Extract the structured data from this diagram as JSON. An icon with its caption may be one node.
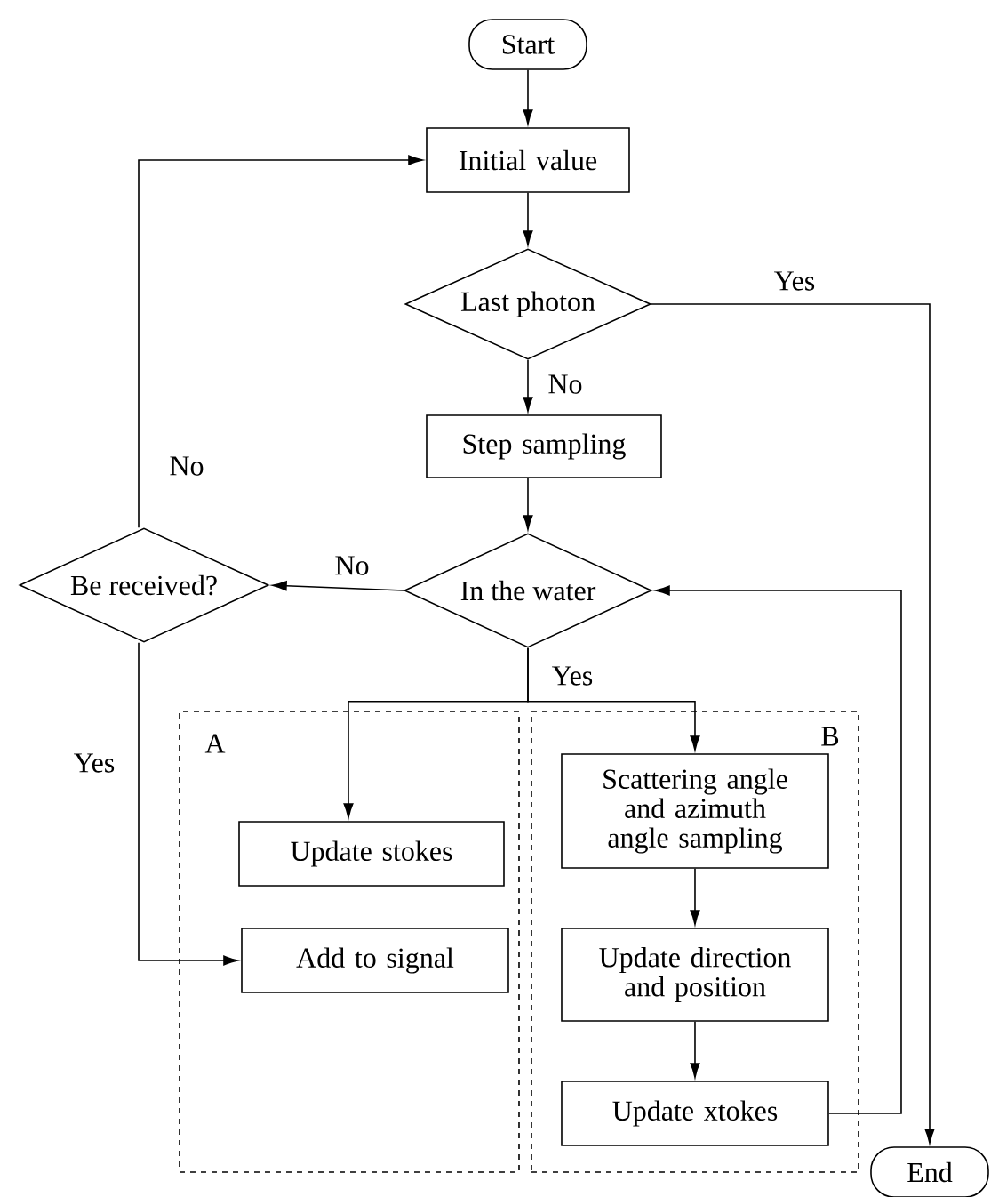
{
  "diagram": {
    "nodes": [
      {
        "text": [
          "Start"
        ]
      },
      {
        "text": [
          "Initial value"
        ]
      },
      {
        "text": [
          "Last photon"
        ]
      },
      {
        "text": [
          "Step sampling"
        ]
      },
      {
        "text": [
          "In the water"
        ]
      },
      {
        "text": [
          "Be received?"
        ]
      },
      {
        "text": [
          "A"
        ]
      },
      {
        "text": [
          "Update stokes"
        ],
        "in": 6
      },
      {
        "text": [
          "Add to signal"
        ],
        "in": 6
      },
      {
        "text": [
          "B"
        ]
      },
      {
        "text": [
          "Scattering angle and azimuth angle sampling"
        ],
        "in": 9
      },
      {
        "text": [
          "Update direction and position"
        ],
        "in": 9
      },
      {
        "text": [
          "Update xtokes"
        ],
        "in": 9
      },
      {
        "text": [
          "End"
        ]
      }
    ],
    "edges": [
      {
        "from": 0,
        "to": 1,
        "arrow": "to"
      },
      {
        "from": 1,
        "to": 2,
        "arrow": "to"
      },
      {
        "from": 2,
        "to": 3,
        "arrow": "to",
        "label": "No"
      },
      {
        "from": 2,
        "to": 13,
        "arrow": "to",
        "label": "Yes"
      },
      {
        "from": 3,
        "to": 4,
        "arrow": "to"
      },
      {
        "from": 4,
        "to": 5,
        "arrow": "to",
        "label": "No"
      },
      {
        "from": 5,
        "to": 1,
        "arrow": "to",
        "label": "No"
      },
      {
        "from": 4,
        "to": 7,
        "arrow": "to",
        "label": "Yes"
      },
      {
        "from": 4,
        "to": 10,
        "arrow": "to"
      },
      {
        "from": 5,
        "to": 8,
        "arrow": "to",
        "label": "Yes"
      },
      {
        "from": 10,
        "to": 11,
        "arrow": "to"
      },
      {
        "from": 11,
        "to": 12,
        "arrow": "to"
      },
      {
        "from": 12,
        "to": 4,
        "arrow": "to"
      }
    ]
  }
}
